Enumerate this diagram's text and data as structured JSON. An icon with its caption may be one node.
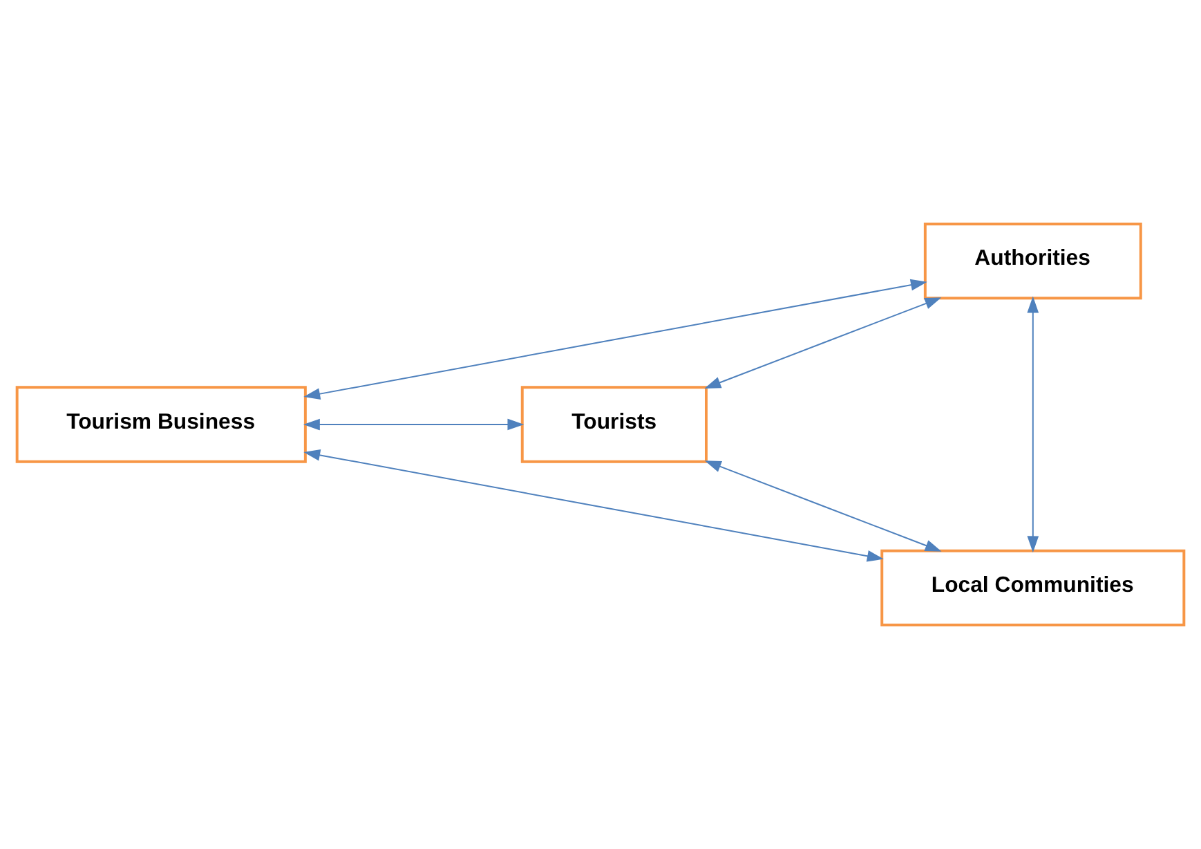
{
  "diagram": {
    "nodes": [
      {
        "text": [
          "Authorities"
        ]
      },
      {
        "text": [
          "Tourism Business"
        ]
      },
      {
        "text": [
          "Tourists"
        ]
      },
      {
        "text": [
          "Local Communities"
        ]
      }
    ],
    "edges": [
      {
        "from": 0,
        "to": 1,
        "arrow": "both"
      },
      {
        "from": 0,
        "to": 2,
        "arrow": "both"
      },
      {
        "from": 1,
        "to": 2,
        "arrow": "both"
      },
      {
        "from": 0,
        "to": 3,
        "arrow": "both"
      },
      {
        "from": 1,
        "to": 3,
        "arrow": "both"
      },
      {
        "from": 3,
        "to": 2,
        "arrow": "both"
      }
    ]
  }
}
